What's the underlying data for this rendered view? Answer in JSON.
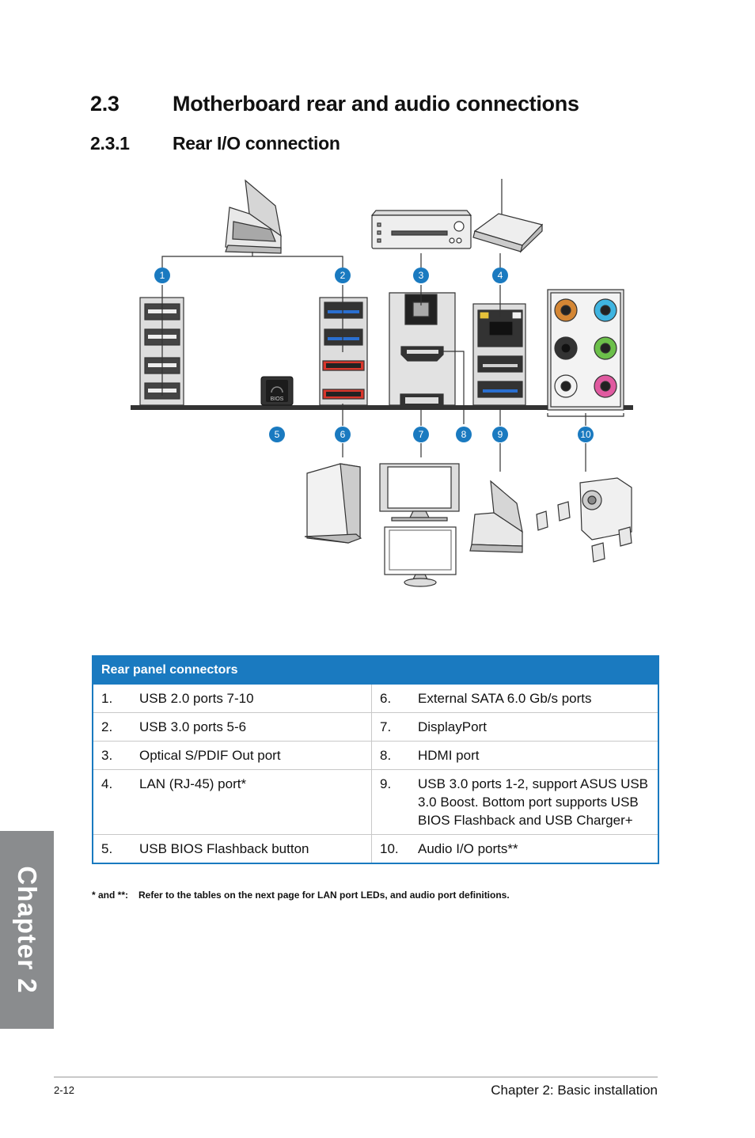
{
  "headings": {
    "section_num": "2.3",
    "section_title": "Motherboard rear and audio connections",
    "subsection_num": "2.3.1",
    "subsection_title": "Rear I/O connection"
  },
  "diagram": {
    "callouts": [
      "1",
      "2",
      "3",
      "4",
      "5",
      "6",
      "7",
      "8",
      "9",
      "10"
    ],
    "bios_label": "BIOS",
    "callout_color": "#1a7ac0"
  },
  "table": {
    "header": "Rear panel connectors",
    "rows": [
      {
        "ln": "1.",
        "lt": "USB 2.0 ports 7-10",
        "rn": "6.",
        "rt": "External SATA 6.0 Gb/s ports"
      },
      {
        "ln": "2.",
        "lt": "USB 3.0 ports 5-6",
        "rn": "7.",
        "rt": "DisplayPort"
      },
      {
        "ln": "3.",
        "lt": "Optical S/PDIF Out port",
        "rn": "8.",
        "rt": "HDMI port"
      },
      {
        "ln": "4.",
        "lt": "LAN (RJ-45) port*",
        "rn": "9.",
        "rt": "USB 3.0 ports 1-2, support ASUS USB 3.0 Boost. Bottom port supports USB BIOS Flashback and USB Charger+"
      },
      {
        "ln": "5.",
        "lt": "USB BIOS Flashback button",
        "rn": "10.",
        "rt": "Audio I/O ports**"
      }
    ]
  },
  "note": {
    "marker": "* and **:",
    "text": "Refer to the tables on the next page for LAN port LEDs, and audio port definitions."
  },
  "side_tab": "Chapter 2",
  "footer": {
    "page_number": "2-12",
    "chapter": "Chapter 2: Basic installation"
  }
}
